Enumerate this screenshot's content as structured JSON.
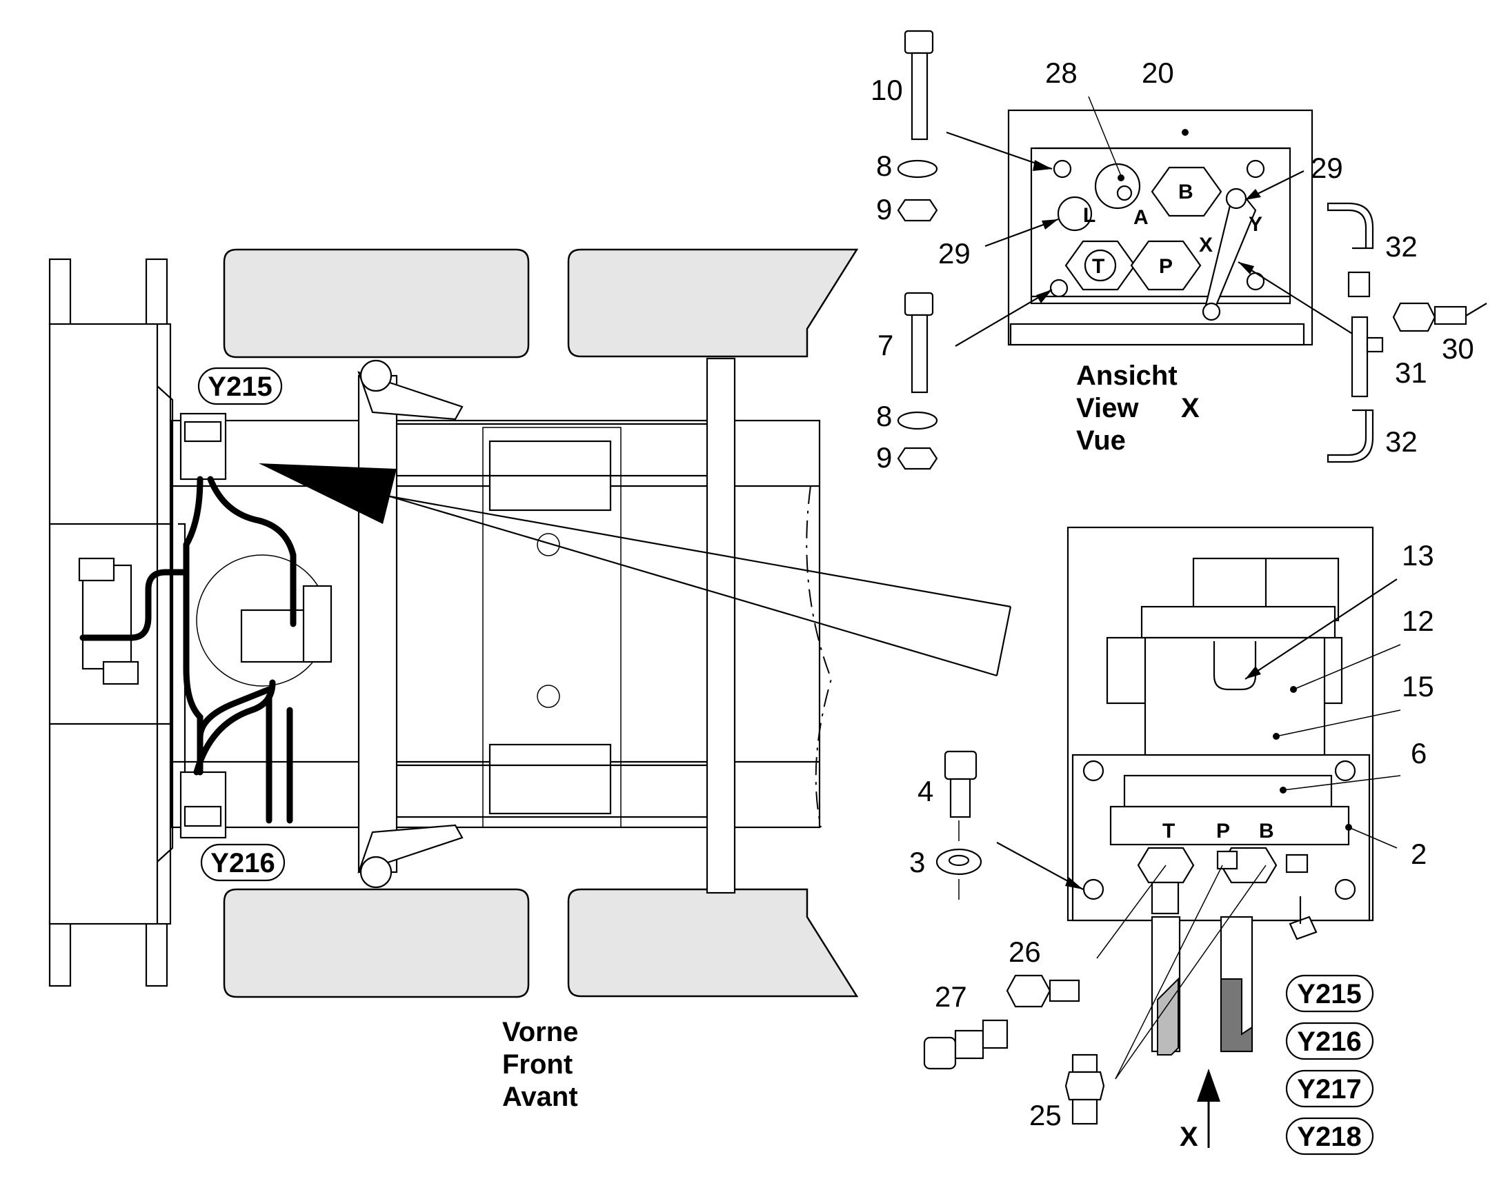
{
  "part_numbers": {
    "n2": "2",
    "n3": "3",
    "n4": "4",
    "n6": "6",
    "n7": "7",
    "n8a": "8",
    "n8b": "8",
    "n9a": "9",
    "n9b": "9",
    "n10": "10",
    "n12": "12",
    "n13": "13",
    "n15": "15",
    "n20": "20",
    "n25": "25",
    "n26": "26",
    "n27": "27",
    "n28": "28",
    "n29a": "29",
    "n29b": "29",
    "n30": "30",
    "n31": "31",
    "n32a": "32",
    "n32b": "32"
  },
  "valve_ports": {
    "A": "A",
    "B": "B",
    "L": "L",
    "T": "T",
    "P": "P",
    "X": "X",
    "Y": "Y"
  },
  "lower_ports": {
    "T": "T",
    "P": "P",
    "B": "B"
  },
  "solenoid_tags": {
    "y215_main": "Y215",
    "y216_main": "Y216",
    "y215_side": "Y215",
    "y216_side": "Y216",
    "y217_side": "Y217",
    "y218_side": "Y218"
  },
  "view_caption": {
    "de": "Ansicht",
    "en": "View",
    "fr": "Vue",
    "letter": "X"
  },
  "direction_caption": {
    "de": "Vorne",
    "en": "Front",
    "fr": "Avant"
  },
  "view_arrow_letter": "X"
}
